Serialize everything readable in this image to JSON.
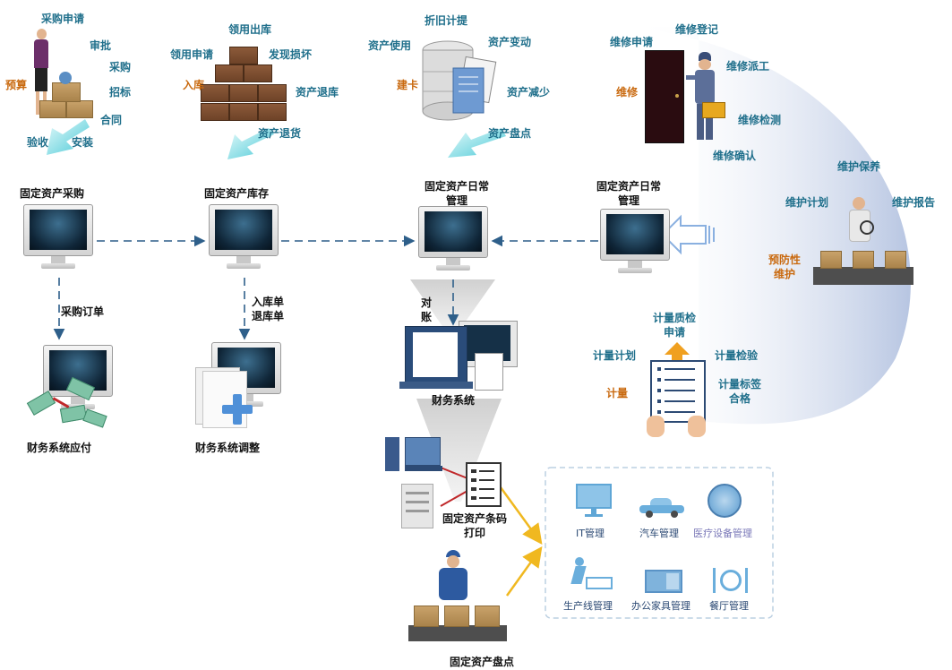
{
  "procurement": {
    "caption": "固定资产采购",
    "apply": "采购申请",
    "approve": "审批",
    "purchase": "采购",
    "bidding": "招标",
    "budget": "预算",
    "contract": "合同",
    "accept": "验收",
    "install": "安装",
    "order": "采购订单",
    "payable": "财务系统应付"
  },
  "inventory": {
    "caption": "固定资产库存",
    "outbound": "领用出库",
    "use_apply": "领用申请",
    "damage": "发现损坏",
    "inbound": "入库",
    "return_store": "资产退库",
    "return_goods": "资产退货",
    "in_out_doc": "入库单\n退库单",
    "adjust": "财务系统调整"
  },
  "daily": {
    "caption": "固定资产日常\n管理",
    "depreciation": "折旧计提",
    "usage": "资产使用",
    "change": "资产变动",
    "card": "建卡",
    "decrease": "资产减少",
    "stocktake": "资产盘点",
    "reconcile": "对\n账",
    "finance": "财务系统",
    "barcode": "固定资产条码\n打印",
    "count": "固定资产盘点"
  },
  "maintenance": {
    "caption": "固定资产日常\n管理",
    "repair_apply": "维修申请",
    "repair_register": "维修登记",
    "repair_dispatch": "维修派工",
    "repair": "维修",
    "repair_check": "维修检测",
    "repair_confirm": "维修确认",
    "upkeep": "维护保养",
    "upkeep_plan": "维护计划",
    "upkeep_report": "维护报告",
    "preventive": "预防性\n维护",
    "metrology_apply": "计量质检\n申请",
    "metrology_plan": "计量计划",
    "metrology_inspect": "计量检验",
    "metrology": "计量",
    "metrology_label": "计量标签\n合格"
  },
  "modules": [
    "IT管理",
    "汽车管理",
    "医疗设备管理",
    "生产线管理",
    "办公家具管理",
    "餐厅管理"
  ],
  "colors": {
    "label": "#1f6f8b",
    "accent": "#c96a10",
    "arrow": "#2e5f8a",
    "yellow": "#f0b820"
  }
}
